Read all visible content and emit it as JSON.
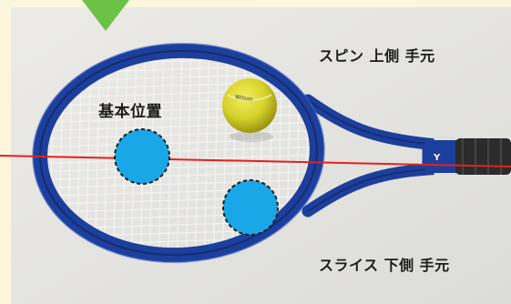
{
  "labels": {
    "base_position": "基本位置",
    "spin_top": "スピン  上側    手元",
    "slice_bottom": "スライス  下側    手元"
  },
  "colors": {
    "background_wall": "#e9e9e6",
    "frame": "#1d3f9c",
    "frame_dark": "#10235e",
    "strings": "#f4f4f4",
    "red_line": "#e3211c",
    "ball": "#d6d22a",
    "contact_spot": "#1aa7e8",
    "marker": "#6bc247",
    "handle_grip": "#2b2b2b"
  }
}
